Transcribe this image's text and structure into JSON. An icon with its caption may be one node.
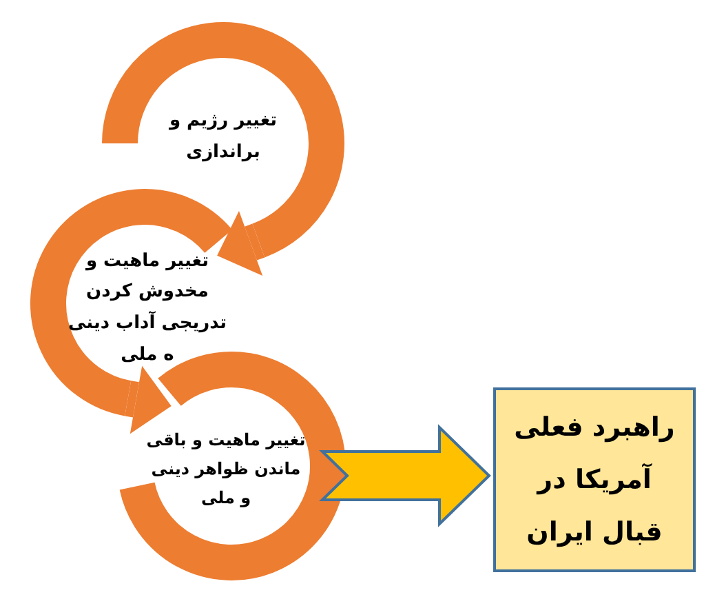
{
  "diagram": {
    "nodes": [
      {
        "text": [
          "تغییر رژیم و براندازی"
        ]
      },
      {
        "text": [
          "تغییر ماهیت و مخدوش کردن تدریجی آداب دینی ه ملی"
        ]
      },
      {
        "text": [
          "تغییر ماهیت و باقی ماندن ظواهر دینی و ملی"
        ]
      },
      {
        "text": [
          "راهبرد فعلی آمریکا در قبال ایران"
        ]
      }
    ],
    "edges": [
      {
        "from": 0,
        "to": 1,
        "arrow": "to"
      },
      {
        "from": 1,
        "to": 2,
        "arrow": "to"
      },
      {
        "from": 2,
        "to": 3,
        "arrow": "to",
        "color": "#ffc000"
      }
    ]
  }
}
